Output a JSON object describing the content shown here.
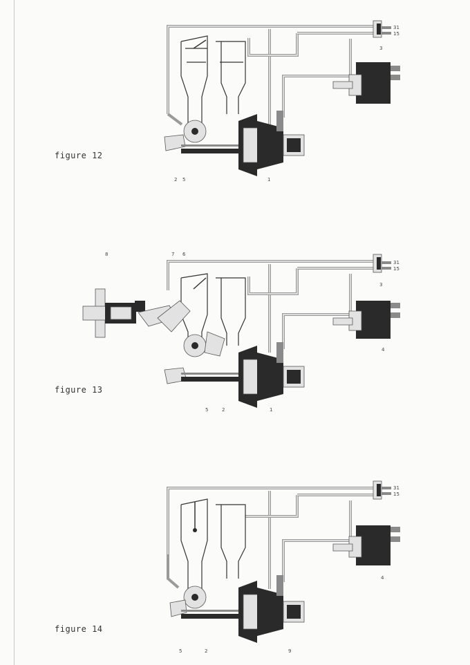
{
  "figures": [
    {
      "caption": "figure 12",
      "labels": {
        "a": "2",
        "b": "5",
        "c": "1",
        "d": "3",
        "e": "31",
        "f": "15"
      }
    },
    {
      "caption": "figure 13",
      "labels": {
        "a": "8",
        "b": "7",
        "c": "6",
        "d": "3",
        "e": "31",
        "f": "15",
        "g": "4",
        "h": "5",
        "i": "2",
        "j": "1"
      }
    },
    {
      "caption": "figure 14",
      "labels": {
        "a": "5",
        "b": "2",
        "c": "9",
        "d": "4",
        "e": "31",
        "f": "15"
      }
    }
  ]
}
